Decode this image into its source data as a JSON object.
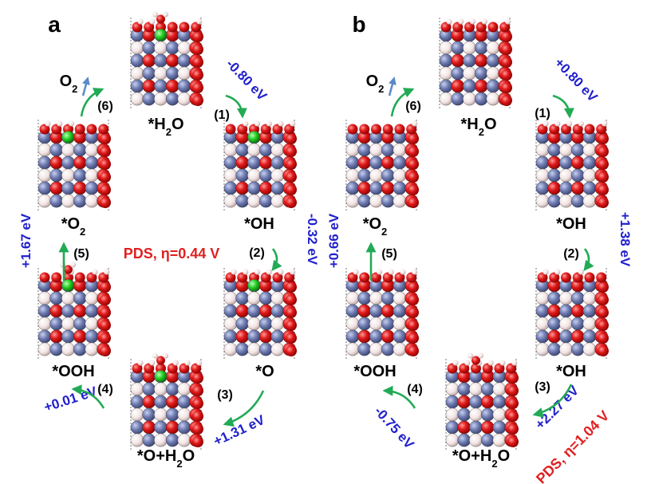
{
  "panels": [
    {
      "letter": "a",
      "states": [
        "*H2O",
        "*OH",
        "*O",
        "*O+H2O",
        "*OOH",
        "*O2"
      ],
      "steps": [
        {
          "num": "(1)",
          "energy": "-0.80 eV"
        },
        {
          "num": "(2)",
          "energy": "-0.32 eV"
        },
        {
          "num": "(3)",
          "energy": "+1.31 eV"
        },
        {
          "num": "(4)",
          "energy": "+0.01 eV"
        },
        {
          "num": "(5)",
          "energy": "+1.67 eV"
        },
        {
          "num": "(6)",
          "energy": ""
        }
      ],
      "product": "O2",
      "pds": "PDS, η=0.44 V"
    },
    {
      "letter": "b",
      "states": [
        "*H2O",
        "*OH",
        "*OH",
        "*O+H2O",
        "*OOH",
        "*O2"
      ],
      "steps": [
        {
          "num": "(1)",
          "energy": "+0.80 eV"
        },
        {
          "num": "(2)",
          "energy": "+1.38 eV"
        },
        {
          "num": "(3)",
          "energy": "+2.27 eV"
        },
        {
          "num": "(4)",
          "energy": "-0.75 eV"
        },
        {
          "num": "(5)",
          "energy": "+0.66 eV"
        },
        {
          "num": "(6)",
          "energy": ""
        }
      ],
      "product": "O2",
      "pds": "PDS, η=1.04 V"
    }
  ],
  "colors": {
    "energy": "#2020cc",
    "pds": "#e02020",
    "arrow": "#22aa55",
    "oxygen": "#d81818",
    "metal": "#6b78a8",
    "hydrogen": "#f0e0e0",
    "active": "#22cc22"
  }
}
